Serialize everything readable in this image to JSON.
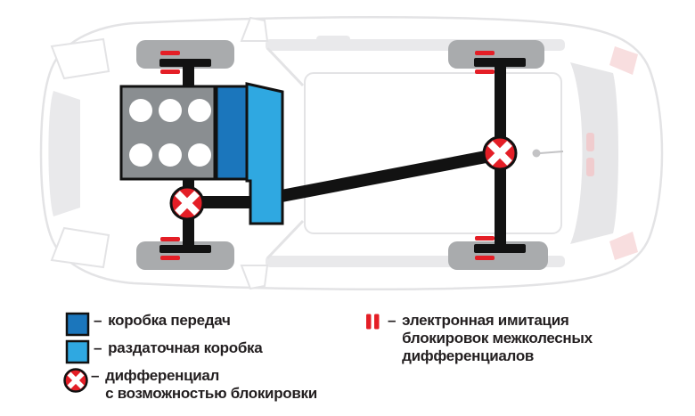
{
  "colors": {
    "gearbox": "#1b76bc",
    "transfer_case": "#2fa8e1",
    "diff_lock_red": "#e41e26",
    "engine_gray": "#8a8e91",
    "wheel_gray": "#a9abad",
    "shaft_black": "#121212",
    "text": "#231f20",
    "body_outline": "#e3e3e5",
    "body_shade": "#e9e9eb",
    "rear_glass": "#e6e6e8",
    "tail_light_pink": "#f3c3c5",
    "wiper_gray": "#c3c3c5",
    "cylinder_white": "#ffffff"
  },
  "diagram": {
    "components": [
      "car-body-top-view",
      "front-left-wheel",
      "front-right-wheel",
      "rear-left-wheel",
      "rear-right-wheel",
      "engine",
      "gearbox",
      "transfer-case",
      "front-differential-with-lock",
      "rear-differential-with-lock",
      "driveshaft",
      "front-axle",
      "rear-axle",
      "electronic-lock-marks",
      "rear-wiper"
    ]
  },
  "legend": {
    "dash": "–",
    "left": [
      {
        "icon": "gearbox-swatch",
        "lines": [
          "коробка передач"
        ]
      },
      {
        "icon": "transfer-case-swatch",
        "lines": [
          "раздаточная коробка"
        ]
      },
      {
        "icon": "diff-lock-symbol",
        "lines": [
          "дифференциал",
          "с возможностью блокировки"
        ]
      }
    ],
    "right": [
      {
        "icon": "electronic-lock-symbol",
        "lines": [
          "электронная имитация",
          "блокировок межколесных",
          "дифференциалов"
        ]
      }
    ]
  }
}
